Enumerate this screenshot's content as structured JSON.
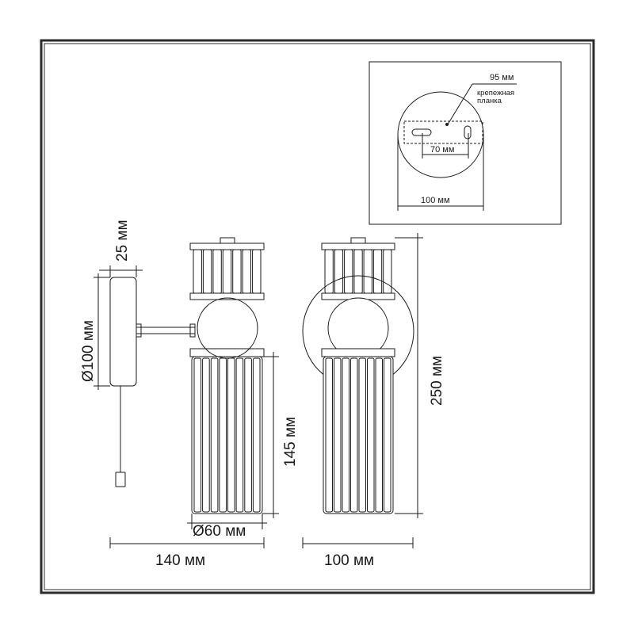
{
  "labels": {
    "mount_depth": "25 мм",
    "mount_diameter": "Ø100 мм",
    "shade_height": "145 мм",
    "shade_diameter": "Ø60 мм",
    "side_width": "140 мм",
    "front_width": "100 мм",
    "total_height": "250 мм"
  },
  "inset": {
    "plate_length": "95 мм",
    "plate_name_line1": "крепежная",
    "plate_name_line2": "планка",
    "hole_spacing": "70 мм",
    "base_diameter": "100 мм"
  },
  "colors": {
    "line": "#1a1a1a",
    "frame": "#2b2b2b",
    "background": "#ffffff"
  }
}
